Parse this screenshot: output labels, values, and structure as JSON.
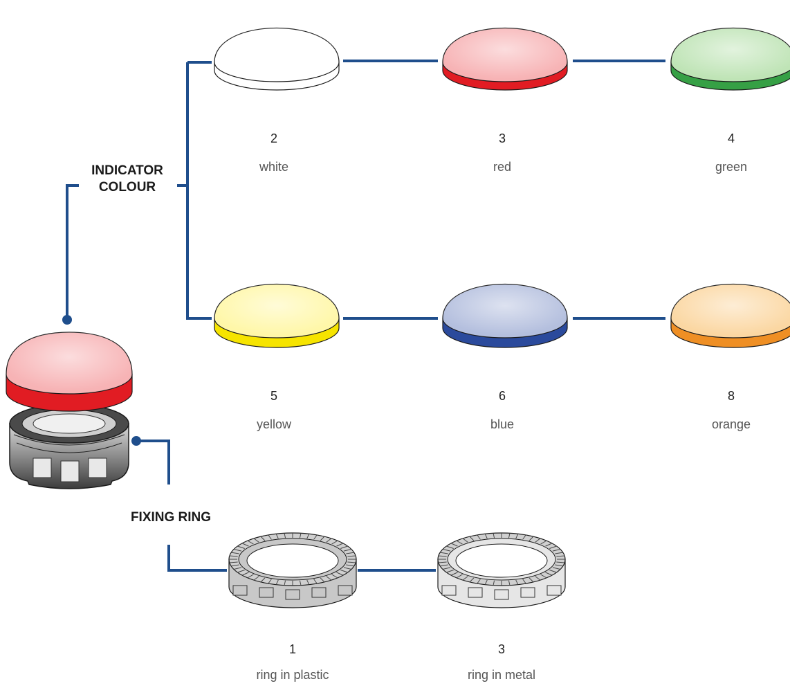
{
  "indicator_colour": {
    "heading_line1": "INDICATOR",
    "heading_line2": "COLOUR",
    "options": [
      {
        "code": "2",
        "name": "white",
        "top": "#ffffff",
        "side": "#ffffff"
      },
      {
        "code": "3",
        "name": "red",
        "top": "#f7b3b5",
        "side": "#e11c23"
      },
      {
        "code": "4",
        "name": "green",
        "top": "#bfe4b6",
        "side": "#36a045"
      },
      {
        "code": "5",
        "name": "yellow",
        "top": "#fff7a8",
        "side": "#f6e400"
      },
      {
        "code": "6",
        "name": "blue",
        "top": "#b4bfde",
        "side": "#2b4a9c"
      },
      {
        "code": "8",
        "name": "orange",
        "top": "#fbd7a2",
        "side": "#ef8f24"
      }
    ]
  },
  "fixing_ring": {
    "heading": "FIXING RING",
    "options": [
      {
        "code": "1",
        "name": "ring in plastic",
        "tone": "#c8c8c8"
      },
      {
        "code": "3",
        "name": "ring in metal",
        "tone": "#e6e6e6"
      }
    ]
  },
  "colors": {
    "connector": "#1f4e8c",
    "outline": "#1a1a1a"
  }
}
